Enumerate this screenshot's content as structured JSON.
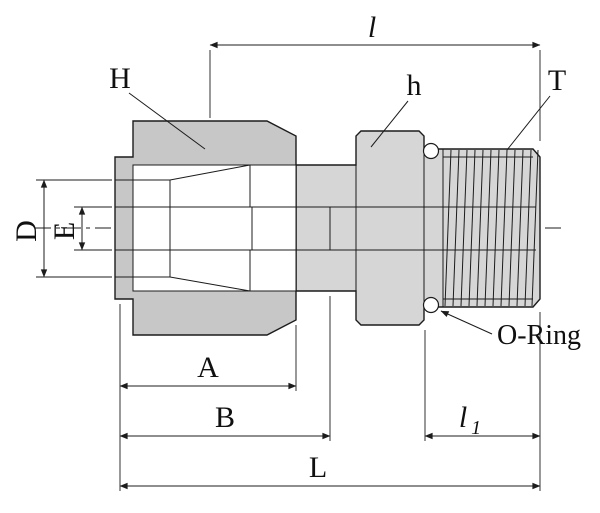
{
  "labels": {
    "H": "H",
    "h": "h",
    "T": "T",
    "D": "D",
    "E": "E",
    "A": "A",
    "B": "B",
    "L": "L",
    "l": "l",
    "l1_base": "l",
    "l1_sub": "1",
    "o_ring": "O-Ring"
  },
  "colors": {
    "background": "#ffffff",
    "line": "#1c1c1c",
    "nut_fill": "#c7c7c7",
    "body_fill": "#d6d6d6",
    "bore_fill": "#ffffff"
  }
}
